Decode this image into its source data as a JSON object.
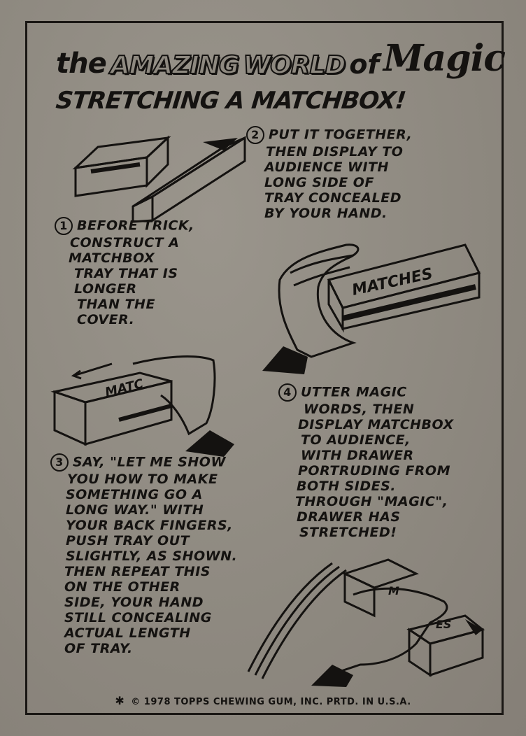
{
  "header": {
    "the": "the",
    "amazing": "AMAZING",
    "world": "WORLD",
    "of": "of",
    "magic": "Magic"
  },
  "subtitle": "STRETCHING A MATCHBOX!",
  "step1": {
    "number": "1",
    "lines": [
      "Before trick,",
      "construct a",
      "matchbox",
      "tray that is",
      "longer",
      "than the",
      "cover."
    ]
  },
  "step2": {
    "number": "2",
    "lines": [
      "Put it together,",
      "then display to",
      "audience with",
      "long side of",
      "tray concealed",
      "by your hand."
    ]
  },
  "step3": {
    "number": "3",
    "lines": [
      "Say, \"Let me show",
      "you how to make",
      "something go a",
      "long way.\" With",
      "your back fingers,",
      "push tray out",
      "slightly, as shown.",
      "Then repeat this",
      "on the other",
      "side, your hand",
      "still concealing",
      "actual length",
      "of tray."
    ]
  },
  "step4": {
    "number": "4",
    "lines": [
      "Utter magic",
      "words, then",
      "display matchbox",
      "to audience,",
      "with drawer",
      "portruding from",
      "both sides.",
      "Through \"Magic\",",
      "drawer has",
      "stretched!"
    ]
  },
  "illustration_labels": {
    "matches": "MATCHES",
    "match_partial": "MATC",
    "matches_partial_top": "M",
    "matches_partial_bottom": "ES"
  },
  "copyright": {
    "star": "✱",
    "text": "© 1978 TOPPS CHEWING GUM, INC. PRTD. IN U.S.A."
  }
}
